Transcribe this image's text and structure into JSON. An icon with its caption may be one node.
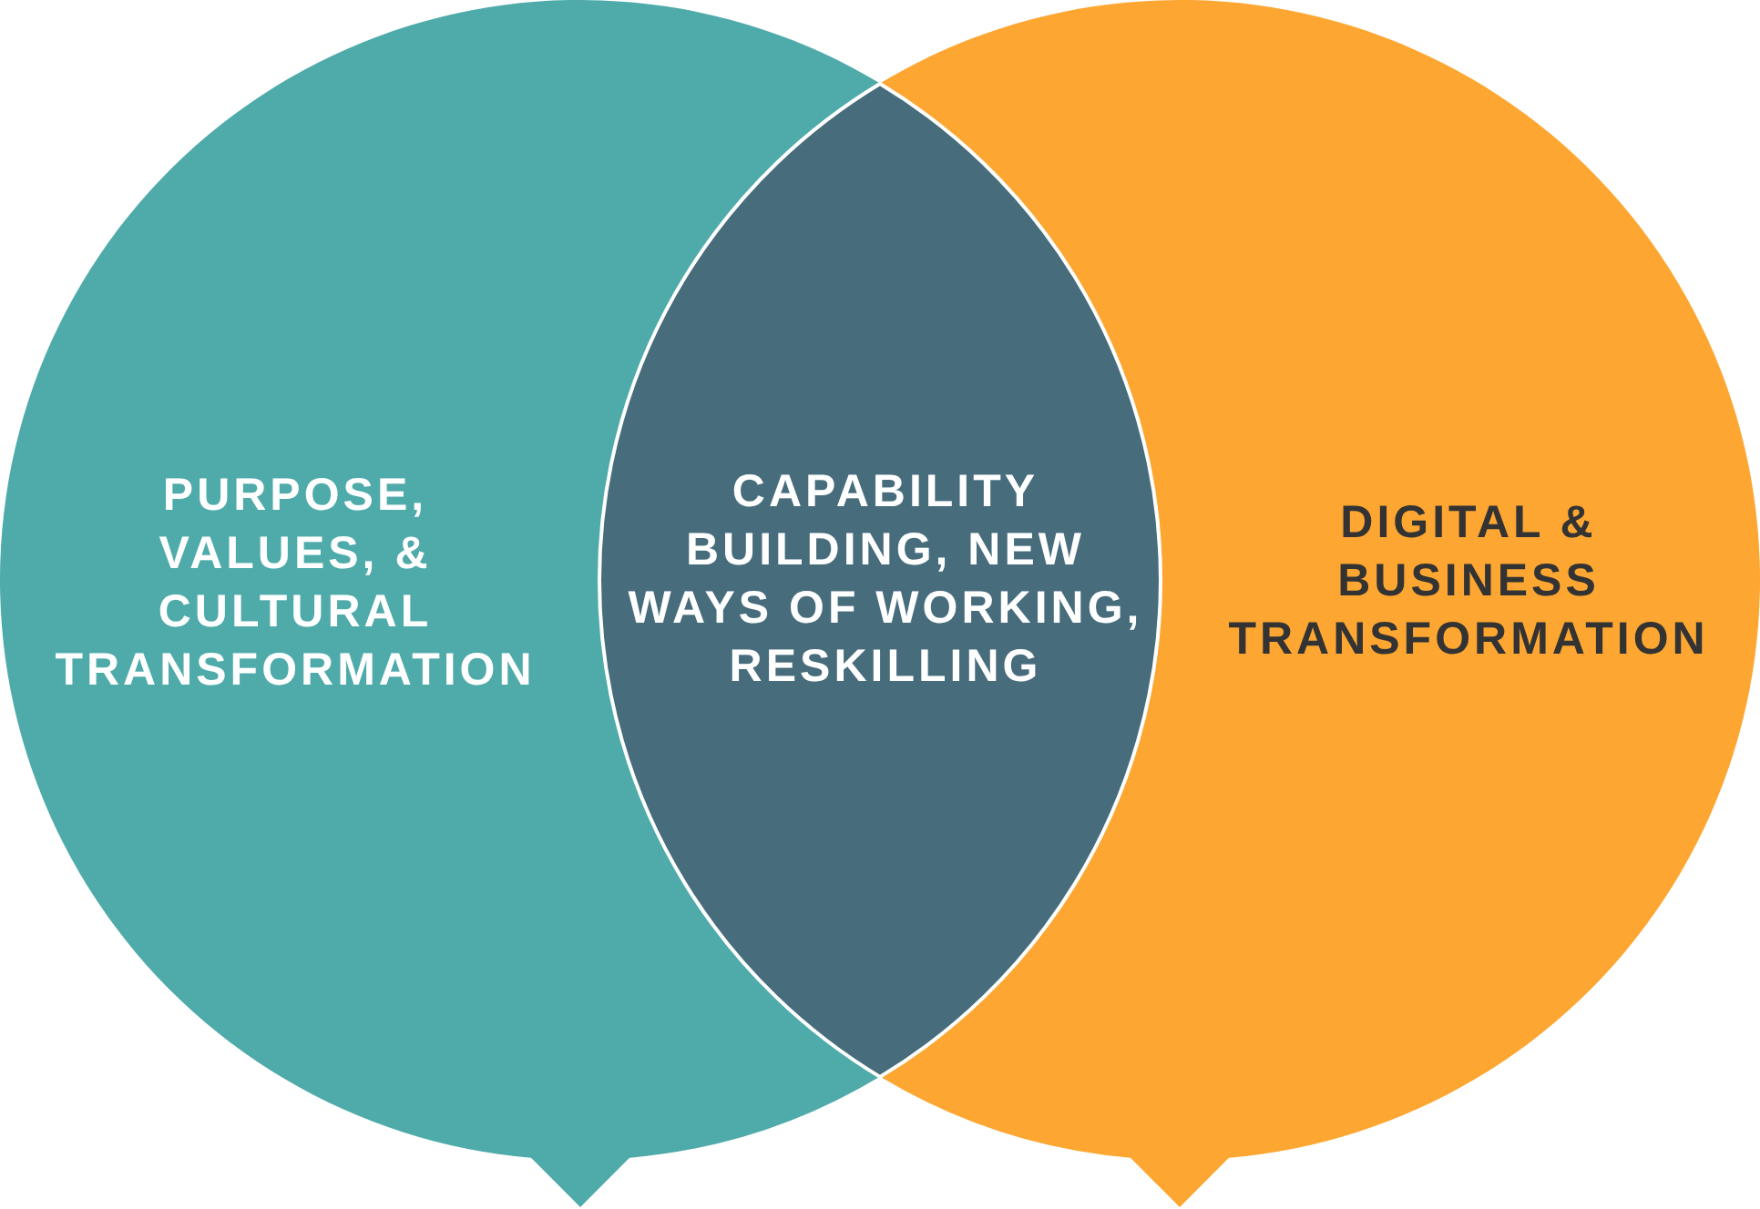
{
  "diagram": {
    "nodes": [
      {
        "text": [
          "PURPOSE, VALUES, & CULTURAL TRANSFORMATION"
        ]
      },
      {
        "text": [
          "CAPABILITY BUILDING, NEW WAYS OF WORKING, RESKILLING"
        ]
      },
      {
        "text": [
          "DIGITAL & BUSINESS TRANSFORMATION"
        ]
      }
    ]
  }
}
